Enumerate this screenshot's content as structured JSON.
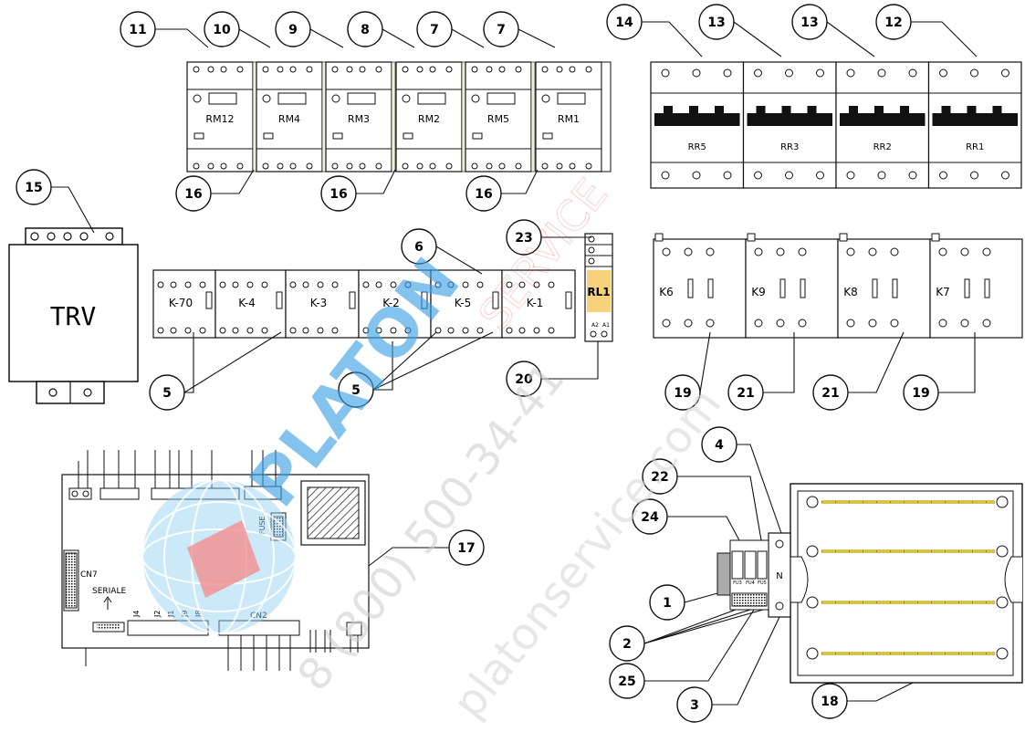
{
  "callouts": [
    {
      "id": "c11",
      "label": "11"
    },
    {
      "id": "c10",
      "label": "10"
    },
    {
      "id": "c9",
      "label": "9"
    },
    {
      "id": "c8",
      "label": "8"
    },
    {
      "id": "c7a",
      "label": "7"
    },
    {
      "id": "c7b",
      "label": "7"
    },
    {
      "id": "c14",
      "label": "14"
    },
    {
      "id": "c13a",
      "label": "13"
    },
    {
      "id": "c13b",
      "label": "13"
    },
    {
      "id": "c12",
      "label": "12"
    },
    {
      "id": "c15",
      "label": "15"
    },
    {
      "id": "c16a",
      "label": "16"
    },
    {
      "id": "c16b",
      "label": "16"
    },
    {
      "id": "c16c",
      "label": "16"
    },
    {
      "id": "c6",
      "label": "6"
    },
    {
      "id": "c23",
      "label": "23"
    },
    {
      "id": "c5a",
      "label": "5"
    },
    {
      "id": "c5b",
      "label": "5"
    },
    {
      "id": "c20",
      "label": "20"
    },
    {
      "id": "c19a",
      "label": "19"
    },
    {
      "id": "c21a",
      "label": "21"
    },
    {
      "id": "c21b",
      "label": "21"
    },
    {
      "id": "c19b",
      "label": "19"
    },
    {
      "id": "c4",
      "label": "4"
    },
    {
      "id": "c22",
      "label": "22"
    },
    {
      "id": "c24",
      "label": "24"
    },
    {
      "id": "c17",
      "label": "17"
    },
    {
      "id": "c1",
      "label": "1"
    },
    {
      "id": "c2",
      "label": "2"
    },
    {
      "id": "c25",
      "label": "25"
    },
    {
      "id": "c3",
      "label": "3"
    },
    {
      "id": "c18",
      "label": "18"
    }
  ],
  "thermal_relays": [
    "RM12",
    "RM4",
    "RM3",
    "RM2",
    "RM5",
    "RM1"
  ],
  "breakers": [
    "RR5",
    "RR3",
    "RR2",
    "RR1"
  ],
  "contactors_row1": [
    "K-70",
    "K-4",
    "K-3",
    "K-2",
    "K-5",
    "K-1"
  ],
  "contactors_row2": [
    "K6",
    "K9",
    "K8",
    "K7"
  ],
  "transformer": "TRV",
  "relay": "RL1",
  "board": {
    "cn7": "CN7",
    "seriale": "SERIALE",
    "cn2": "CN2",
    "fuse": "FUSE",
    "pins": [
      "J4",
      "J2",
      "J1",
      "J9",
      "J8"
    ]
  },
  "terminal": {
    "n": "N",
    "fuses": [
      "FU3",
      "FU4",
      "FU5"
    ]
  },
  "watermark": {
    "brand": "PLATON",
    "service": "SERVICE",
    "phone": "8 (800) 500-34-41",
    "site": "platonservice.com"
  },
  "colors": {
    "callout_stroke": "#111111",
    "watermark_blue": "#3fa0e6",
    "watermark_red": "#e33a3a",
    "relay_fill": "#f6d27a",
    "globe_blue": "#8fd0f2",
    "globe_red": "#f07a7a"
  }
}
